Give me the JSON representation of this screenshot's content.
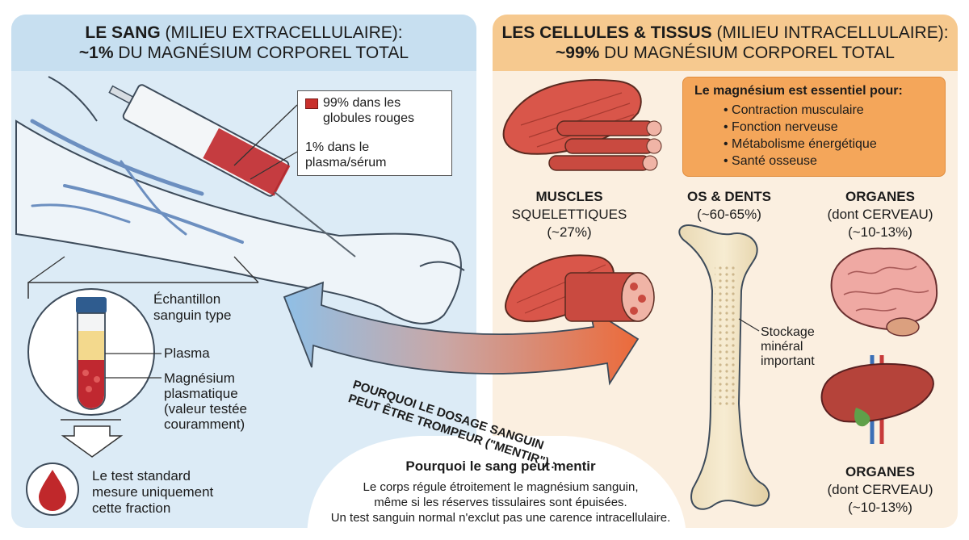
{
  "left_panel": {
    "title_bold": "LE SANG",
    "title_rest": " (MILIEU EXTRACELLULAIRE):",
    "subtitle_bold": "~1%",
    "subtitle_rest": " DU MAGNÉSIUM CORPOREL TOTAL",
    "syringe_callout": {
      "line1": "99% dans les",
      "line2": "globules rouges",
      "line3": "1% dans le",
      "line4": "plasma/sérum"
    },
    "sample": {
      "title1": "Échantillon",
      "title2": "sanguin type",
      "plasma_label": "Plasma",
      "mg_line1": "Magnésium",
      "mg_line2": "plasmatique",
      "mg_line3": "(valeur testée",
      "mg_line4": "couramment)"
    },
    "test_note": {
      "line1": "Le test standard",
      "line2": "mesure uniquement",
      "line3": "cette fraction"
    }
  },
  "right_panel": {
    "title_bold": "LES CELLULES & TISSUS",
    "title_rest": " (MILIEU INTRACELLULAIRE):",
    "subtitle_bold": "~99%",
    "subtitle_rest": " DU MAGNÉSIUM CORPOREL TOTAL",
    "essential": {
      "heading": "Le magnésium est essentiel pour:",
      "items": [
        "• Contraction musculaire",
        "• Fonction nerveuse",
        "• Métabolisme énergétique",
        "• Santé osseuse"
      ]
    },
    "muscles": {
      "line1": "MUSCLES",
      "line2": "SQUELETTIQUES",
      "line3": "(~27%)"
    },
    "bones": {
      "line1": "OS & DENTS",
      "line2": "(~60-65%)"
    },
    "organs_top": {
      "line1": "ORGANES",
      "line2": "(dont CERVEAU)",
      "line3": "(~10-13%)"
    },
    "bone_note": {
      "line1": "Stockage",
      "line2": "minéral",
      "line3": "important"
    },
    "organs_bottom": {
      "line1": "ORGANES",
      "line2": "(dont CERVEAU)",
      "line3": "(~10-13%)"
    }
  },
  "arrow": {
    "line1": "POURQUOI LE DOSAGE SANGUIN",
    "line2": "PEUT ÊTRE TROMPEUR (\"MENTIR\") :"
  },
  "why": {
    "title": "Pourquoi le sang peut mentir",
    "line1": "Le corps régule étroitement le magnésium sanguin,",
    "line2": "même si les réserves tissulaires sont épuisées.",
    "line3": "Un test sanguin normal n'exclut pas une carence intracellulaire."
  }
}
